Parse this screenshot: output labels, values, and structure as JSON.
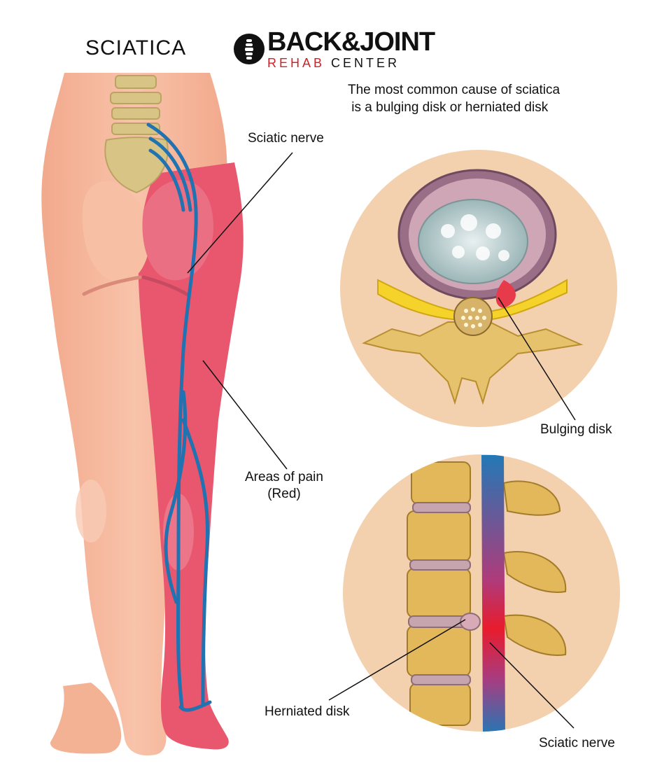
{
  "title": "SCIATICA",
  "brand": {
    "word1": "BACK&JOINT",
    "word2_red": "REHAB",
    "word2": "CENTER"
  },
  "subtitle": {
    "line1": "The most common cause of sciatica",
    "line2": " is a bulging disk or herniated disk"
  },
  "labels": {
    "sciatic_nerve_top": "Sciatic nerve",
    "areas_of_pain_line1": "Areas of pain",
    "areas_of_pain_line2": "(Red)",
    "bulging_disk": "Bulging disk",
    "herniated_disk": "Herniated disk",
    "sciatic_nerve_bottom": "Sciatic nerve"
  },
  "colors": {
    "skin": "#f5b79c",
    "pain_red": "#e8586e",
    "nerve": "#2379b8",
    "bone": "#e0c27b",
    "inset_bg": "#f3d3b0",
    "brand_red": "#d32128"
  }
}
